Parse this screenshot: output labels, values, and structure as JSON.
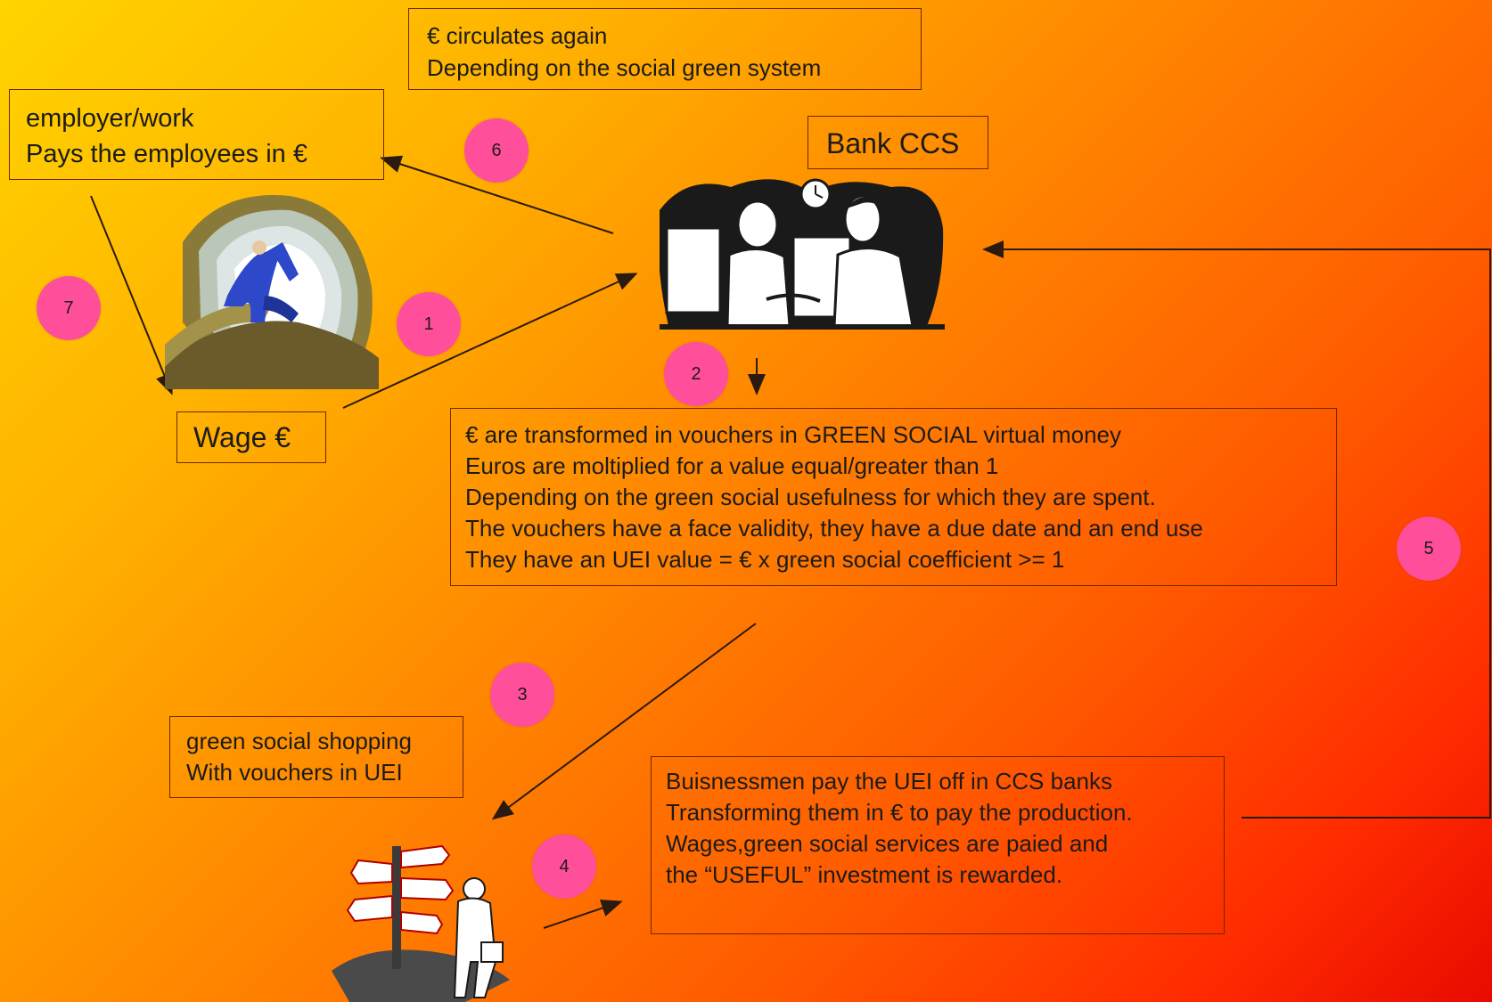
{
  "boxes": {
    "circulates": {
      "lines": [
        "€  circulates again",
        "Depending  on the social green system"
      ]
    },
    "employer": {
      "lines": [
        "employer/work",
        "Pays the employees in €"
      ]
    },
    "bank": {
      "label": "Bank CCS"
    },
    "wage": {
      "label": "Wage  €"
    },
    "vouchers": {
      "lines": [
        "€  are transformed  in vouchers in GREEN SOCIAL virtual money",
        "Euros are moltiplied  for a value  equal/greater than 1",
        "Depending on the green social usefulness for which they are spent.",
        "The vouchers have a face validity, they have a due date and an end use",
        "They have an UEI  value = € x green social  coefficient >= 1"
      ]
    },
    "shopping": {
      "lines": [
        "green social shopping",
        "With vouchers in UEI"
      ]
    },
    "business": {
      "lines": [
        "Buisnessmen  pay the UEI  off in CCS  banks",
        "Transforming them in € to pay the production.",
        "Wages,green social services are paied and",
        "the “USEFUL”  investment is rewarded."
      ]
    }
  },
  "steps": [
    "1",
    "2",
    "3",
    "4",
    "5",
    "6",
    "7"
  ],
  "colors": {
    "badge": "#ff4f9a",
    "arrow": "#2a1a10",
    "border": "#6b2a00"
  },
  "clipart": [
    "climber-clipart",
    "bank-tellers-clipart",
    "signpost-man-clipart"
  ]
}
